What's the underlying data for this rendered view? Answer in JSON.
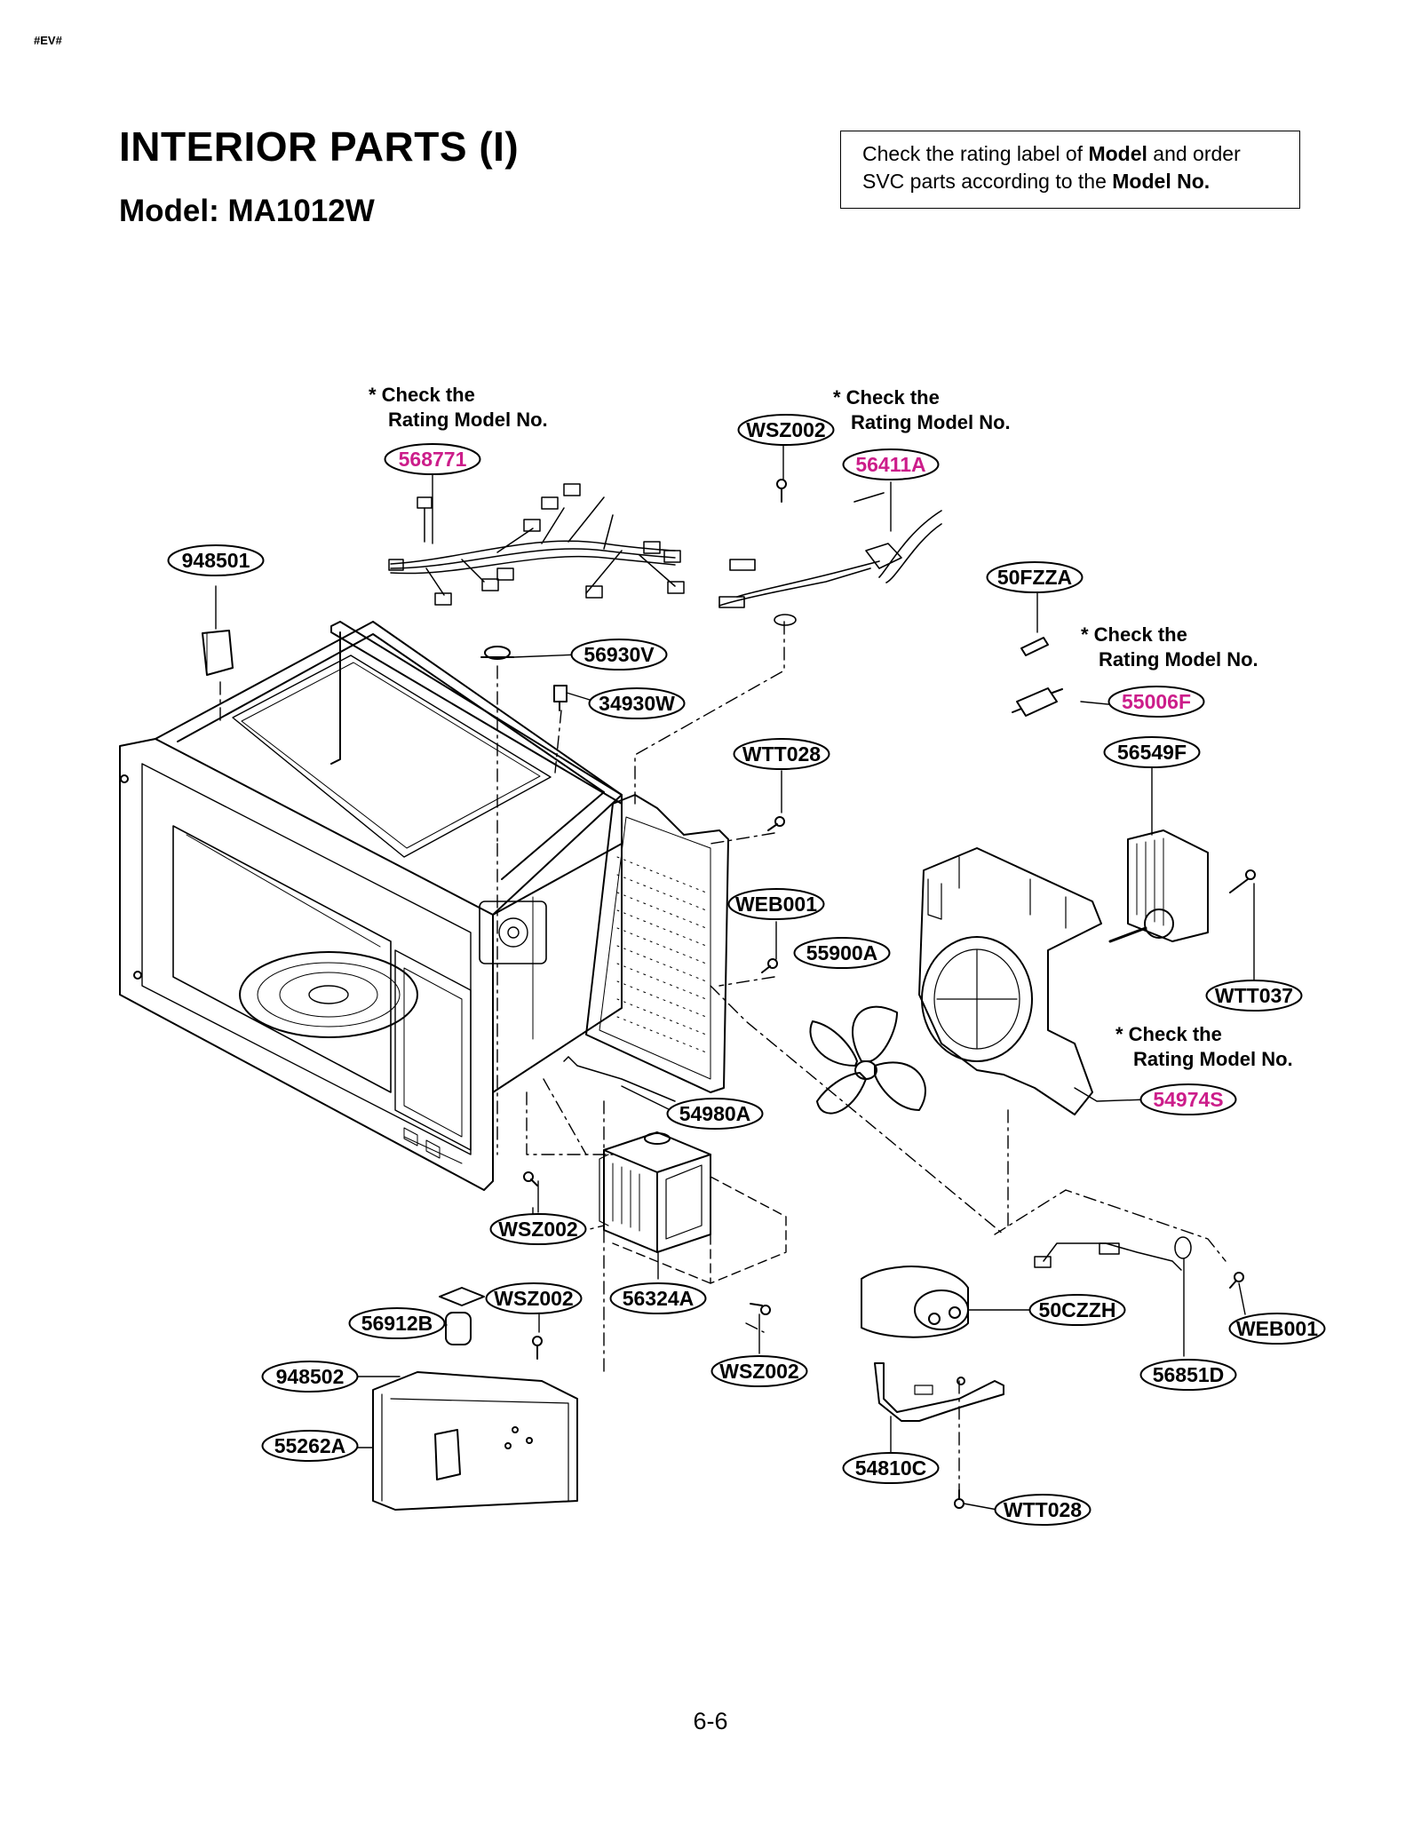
{
  "header": {
    "tag": "#EV#",
    "title": "INTERIOR PARTS (I)",
    "model": "Model: MA1012W"
  },
  "notice": {
    "line1_pre": "Check the rating label of ",
    "line1_bold": "Model",
    "line1_post": " and order",
    "line2_pre": "SVC parts according to the ",
    "line2_bold": "Model No."
  },
  "check_note": {
    "line1": "* Check the",
    "line2": "Rating Model No."
  },
  "colors": {
    "ink": "#000000",
    "highlight": "#cc1d8a",
    "background": "#ffffff"
  },
  "callouts": [
    {
      "id": "948501",
      "label": "948501"
    },
    {
      "id": "568771",
      "label": "568771",
      "highlight": true
    },
    {
      "id": "WSZ002-top",
      "label": "WSZ002"
    },
    {
      "id": "56411A",
      "label": "56411A",
      "highlight": true
    },
    {
      "id": "50FZZA",
      "label": "50FZZA"
    },
    {
      "id": "56930V",
      "label": "56930V"
    },
    {
      "id": "34930W",
      "label": "34930W"
    },
    {
      "id": "55006F",
      "label": "55006F",
      "highlight": true
    },
    {
      "id": "WTT028-mid",
      "label": "WTT028"
    },
    {
      "id": "56549F",
      "label": "56549F"
    },
    {
      "id": "WEB001-mid",
      "label": "WEB001"
    },
    {
      "id": "55900A",
      "label": "55900A"
    },
    {
      "id": "WTT037",
      "label": "WTT037"
    },
    {
      "id": "54974S",
      "label": "54974S",
      "highlight": true
    },
    {
      "id": "54980A",
      "label": "54980A"
    },
    {
      "id": "WSZ002-left",
      "label": "WSZ002"
    },
    {
      "id": "56324A",
      "label": "56324A"
    },
    {
      "id": "WSZ002-mid",
      "label": "WSZ002"
    },
    {
      "id": "56912B",
      "label": "56912B"
    },
    {
      "id": "948502",
      "label": "948502"
    },
    {
      "id": "55262A",
      "label": "55262A"
    },
    {
      "id": "WSZ002-bottom",
      "label": "WSZ002"
    },
    {
      "id": "50CZZH",
      "label": "50CZZH"
    },
    {
      "id": "WEB001-right",
      "label": "WEB001"
    },
    {
      "id": "56851D",
      "label": "56851D"
    },
    {
      "id": "54810C",
      "label": "54810C"
    },
    {
      "id": "WTT028-bottom",
      "label": "WTT028"
    }
  ],
  "page_number": "6-6"
}
